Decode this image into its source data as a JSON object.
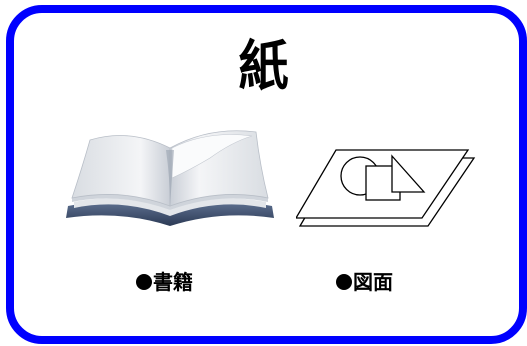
{
  "card": {
    "title": "紙",
    "border_color": "#0000ff"
  },
  "items": [
    {
      "bullet": "●",
      "label": "書籍",
      "icon": "open-book-icon"
    },
    {
      "bullet": "●",
      "label": "図面",
      "icon": "drawing-sheets-icon"
    }
  ]
}
